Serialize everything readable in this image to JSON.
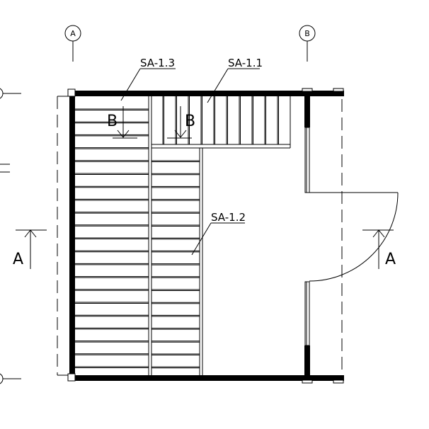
{
  "grid_bubbles": [
    "A",
    "B"
  ],
  "stair_labels": [
    "SA-1.3",
    "SA-1.1",
    "SA-1.2"
  ],
  "section_b_label": "B",
  "section_a_label": "A",
  "colors": {
    "line": "#000000",
    "background": "#ffffff"
  }
}
